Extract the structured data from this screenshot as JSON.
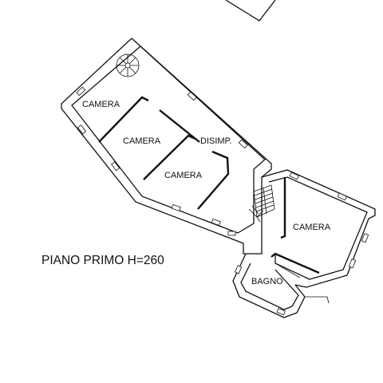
{
  "plan": {
    "title": "PIANO PRIMO H=260",
    "rooms": [
      {
        "label": "CAMERA"
      },
      {
        "label": "CAMERA"
      },
      {
        "label": "DISIMP."
      },
      {
        "label": "CAMERA"
      },
      {
        "label": "CAMERA"
      },
      {
        "label": "BAGNO"
      }
    ]
  }
}
